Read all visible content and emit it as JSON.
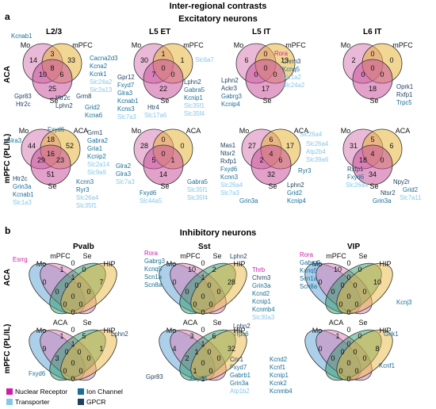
{
  "header": {
    "main_title": "Inter-regional contrasts",
    "panel_a_letter": "a",
    "panel_a_title": "Excitatory neurons",
    "panel_b_letter": "b",
    "panel_b_title": "Inhibitory neurons"
  },
  "colors": {
    "nuclear_receptor": "#cc1ea6",
    "transporter": "#86c7e9",
    "ion_channel": "#1a6f96",
    "gpcr": "#1e3f5e",
    "mo": "#d77fb7",
    "mpfc": "#e8b43c",
    "se": "#c8549c",
    "aca": "#e8b43c",
    "hip": "#e9b83f",
    "green": "#2f9a6c",
    "blue": "#5a9fd5"
  },
  "legend": {
    "nuclear_receptor": "Nuclear Receptor",
    "transporter": "Transporter",
    "ion_channel": "Ion Channel",
    "gpcr": "GPCR"
  },
  "excitatory": {
    "columns": [
      "L2/3",
      "L5 ET",
      "L5 IT",
      "L6 IT"
    ],
    "row_labels": [
      "ACA",
      "mPFC (PL/IL)"
    ],
    "top_row": {
      "labels": [
        "Mo",
        "mPFC",
        "Se"
      ],
      "l23": [
        "14",
        "33",
        "3",
        "10",
        "8",
        "6",
        "25"
      ],
      "l5et": [
        "30",
        "1",
        "1",
        "7",
        "0",
        "0",
        "22"
      ],
      "l5it": [
        "6",
        "13",
        "0",
        "0",
        "0",
        "0",
        "17"
      ],
      "l6it": [
        "2",
        "0",
        "0",
        "0",
        "0",
        "0",
        "18"
      ]
    },
    "bottom_row": {
      "labels": [
        "Mo",
        "ACA",
        "Se"
      ],
      "l23": [
        "44",
        "52",
        "18",
        "29",
        "16",
        "23",
        "51"
      ],
      "l5et": [
        "28",
        "0",
        "0",
        "5",
        "0",
        "1",
        "14"
      ],
      "l5it": [
        "27",
        "17",
        "6",
        "2",
        "4",
        "6",
        "32"
      ],
      "l6it": [
        "31",
        "6",
        "5",
        "18",
        "4",
        "0",
        "34"
      ]
    }
  },
  "inhibitory": {
    "columns": [
      "Pvalb",
      "Sst",
      "VIP"
    ],
    "row_labels": [
      "ACA",
      "mPFC (PL/IL)"
    ],
    "top_row": {
      "labels": [
        "Mo",
        "mPFC",
        "Se",
        "HIP"
      ],
      "pvalb": [
        "1",
        "0",
        "1",
        "7",
        "0",
        "0",
        "0",
        "0",
        "0",
        "0",
        "0",
        "0",
        "0",
        "0"
      ],
      "sst": [
        "10",
        "2",
        "1",
        "28",
        "0",
        "0",
        "0",
        "0",
        "0",
        "0",
        "0",
        "0",
        "0",
        "0"
      ],
      "vip": [
        "10",
        "0",
        "0",
        "10",
        "0",
        "0",
        "0",
        "0",
        "0",
        "0",
        "0",
        "0",
        "0",
        "0"
      ]
    },
    "bottom_row": {
      "labels": [
        "Mo",
        "ACA",
        "Se",
        "HIP"
      ],
      "pvalb": [
        "1",
        "5",
        "1",
        "1",
        "9",
        "3",
        "0",
        "0",
        "0",
        "0",
        "0",
        "0",
        "0",
        "0"
      ],
      "sst": [
        "3",
        "6",
        "1",
        "32",
        "4",
        "2",
        "1",
        "0",
        "0",
        "0",
        "1",
        "0",
        "1",
        "0"
      ],
      "vip": [
        "1",
        "0",
        "0",
        "8",
        "0",
        "0",
        "0",
        "0",
        "0",
        "0",
        "0",
        "0",
        "0",
        "0"
      ]
    }
  },
  "genes": {
    "a_l23_top": [
      {
        "t": "Kcnab1",
        "c": "ion_channel"
      },
      {
        "t": "Cacna2d3",
        "c": "ion_channel"
      },
      {
        "t": "Kcna2",
        "c": "ion_channel"
      },
      {
        "t": "Kcnk1",
        "c": "ion_channel"
      },
      {
        "t": "Slc24a2",
        "c": "transporter"
      },
      {
        "t": "Slc2a13",
        "c": "transporter"
      },
      {
        "t": "Gpr83",
        "c": "gpcr"
      },
      {
        "t": "Htr2c",
        "c": "gpcr"
      },
      {
        "t": "Htr2c",
        "c": "gpcr"
      },
      {
        "t": "Lphn2",
        "c": "gpcr"
      },
      {
        "t": "Grm8",
        "c": "gpcr"
      },
      {
        "t": "Grid2",
        "c": "ion_channel"
      },
      {
        "t": "Kcna6",
        "c": "ion_channel"
      }
    ],
    "a_l5et_top": [
      {
        "t": "Slc6a7",
        "c": "transporter"
      },
      {
        "t": "Gpr12",
        "c": "gpcr"
      },
      {
        "t": "Fxyd7",
        "c": "ion_channel"
      },
      {
        "t": "Glra3",
        "c": "ion_channel"
      },
      {
        "t": "Kcnab1",
        "c": "ion_channel"
      },
      {
        "t": "Kcns3",
        "c": "ion_channel"
      },
      {
        "t": "Slc7a3",
        "c": "transporter"
      },
      {
        "t": "Htr4",
        "c": "gpcr"
      },
      {
        "t": "Slc17a6",
        "c": "transporter"
      },
      {
        "t": "Lphn2",
        "c": "gpcr"
      },
      {
        "t": "Gabra5",
        "c": "ion_channel"
      },
      {
        "t": "Kcnip1",
        "c": "ion_channel"
      },
      {
        "t": "Slc35f1",
        "c": "transporter"
      },
      {
        "t": "Slc35f4",
        "c": "transporter"
      }
    ],
    "a_l5it_top": [
      {
        "t": "Rora",
        "c": "nuclear_receptor"
      },
      {
        "t": "Chrm3",
        "c": "gpcr"
      },
      {
        "t": "Kcnq5",
        "c": "ion_channel"
      },
      {
        "t": "Slc1a2",
        "c": "transporter"
      },
      {
        "t": "Slc24a2",
        "c": "transporter"
      },
      {
        "t": "Lphn2",
        "c": "gpcr"
      },
      {
        "t": "Ackr3",
        "c": "gpcr"
      },
      {
        "t": "Gabrg3",
        "c": "ion_channel"
      },
      {
        "t": "Kcnip4",
        "c": "ion_channel"
      }
    ],
    "a_l6it_top": [
      {
        "t": "Oprk1",
        "c": "gpcr"
      },
      {
        "t": "Rxfp1",
        "c": "gpcr"
      },
      {
        "t": "Trpc5",
        "c": "ion_channel"
      }
    ],
    "a_l23_bottom": [
      {
        "t": "Fxyd6",
        "c": "ion_channel"
      },
      {
        "t": "Glra3",
        "c": "ion_channel"
      },
      {
        "t": "Grm1",
        "c": "gpcr"
      },
      {
        "t": "Gabra2",
        "c": "ion_channel"
      },
      {
        "t": "Gria1",
        "c": "ion_channel"
      },
      {
        "t": "Kcnip2",
        "c": "ion_channel"
      },
      {
        "t": "Slc2a14",
        "c": "transporter"
      },
      {
        "t": "Slc9a9",
        "c": "transporter"
      },
      {
        "t": "Htr2c",
        "c": "gpcr"
      },
      {
        "t": "Grin3a",
        "c": "ion_channel"
      },
      {
        "t": "Kcnab1",
        "c": "ion_channel"
      },
      {
        "t": "Slc1a3",
        "c": "transporter"
      },
      {
        "t": "Kcnn3",
        "c": "ion_channel"
      },
      {
        "t": "Ryr3",
        "c": "ion_channel"
      },
      {
        "t": "Slc26a4",
        "c": "transporter"
      },
      {
        "t": "Slc35f1",
        "c": "transporter"
      }
    ],
    "a_l5et_bottom": [
      {
        "t": "Glra2",
        "c": "ion_channel"
      },
      {
        "t": "Glra3",
        "c": "ion_channel"
      },
      {
        "t": "Slc7a3",
        "c": "transporter"
      },
      {
        "t": "Fxyd6",
        "c": "ion_channel"
      },
      {
        "t": "Slc44a5",
        "c": "transporter"
      },
      {
        "t": "Gabra5",
        "c": "ion_channel"
      },
      {
        "t": "Slc35f1",
        "c": "transporter"
      },
      {
        "t": "Slc35f4",
        "c": "transporter"
      }
    ],
    "a_l5it_bottom": [
      {
        "t": "Slc26a4",
        "c": "transporter"
      },
      {
        "t": "Mas1",
        "c": "gpcr"
      },
      {
        "t": "Ntsr2",
        "c": "gpcr"
      },
      {
        "t": "Rxfp1",
        "c": "gpcr"
      },
      {
        "t": "Fxyd6",
        "c": "ion_channel"
      },
      {
        "t": "Kcnn3",
        "c": "ion_channel"
      },
      {
        "t": "Slc26a4",
        "c": "transporter"
      },
      {
        "t": "Slc7a3",
        "c": "transporter"
      },
      {
        "t": "Slc26a4",
        "c": "transporter"
      },
      {
        "t": "Atp2b4",
        "c": "transporter"
      },
      {
        "t": "Slc39a6",
        "c": "transporter"
      },
      {
        "t": "Ryr3",
        "c": "ion_channel"
      },
      {
        "t": "Grin3a",
        "c": "ion_channel"
      },
      {
        "t": "Lphn2",
        "c": "gpcr"
      },
      {
        "t": "Grid2",
        "c": "ion_channel"
      },
      {
        "t": "Kcnip4",
        "c": "ion_channel"
      }
    ],
    "a_l6it_bottom": [
      {
        "t": "Rxfp1",
        "c": "gpcr"
      },
      {
        "t": "Fxyd6",
        "c": "ion_channel"
      },
      {
        "t": "Slc26a4",
        "c": "transporter"
      },
      {
        "t": "Npy2r",
        "c": "gpcr"
      },
      {
        "t": "Ntsr2",
        "c": "gpcr"
      },
      {
        "t": "Grin3a",
        "c": "ion_channel"
      },
      {
        "t": "Grid2",
        "c": "ion_channel"
      },
      {
        "t": "Slc7a11",
        "c": "transporter"
      }
    ],
    "b_pvalb_top": [
      {
        "t": "Esrrg",
        "c": "nuclear_receptor"
      }
    ],
    "b_sst_top": [
      {
        "t": "Rora",
        "c": "nuclear_receptor"
      },
      {
        "t": "Gabrg3",
        "c": "ion_channel"
      },
      {
        "t": "Kcnq5",
        "c": "ion_channel"
      },
      {
        "t": "Scn1a",
        "c": "ion_channel"
      },
      {
        "t": "Scn8a",
        "c": "ion_channel"
      },
      {
        "t": "Lphn2",
        "c": "gpcr"
      },
      {
        "t": "Thrb",
        "c": "nuclear_receptor"
      },
      {
        "t": "Chrm3",
        "c": "gpcr"
      },
      {
        "t": "Grin3a",
        "c": "ion_channel"
      },
      {
        "t": "Kcnd2",
        "c": "ion_channel"
      },
      {
        "t": "Kcnip1",
        "c": "ion_channel"
      },
      {
        "t": "Kcnmb4",
        "c": "ion_channel"
      },
      {
        "t": "Slc30a3",
        "c": "transporter"
      }
    ],
    "b_vip_top": [
      {
        "t": "Rora",
        "c": "nuclear_receptor"
      },
      {
        "t": "Gabrg3",
        "c": "ion_channel"
      },
      {
        "t": "Kcnq5",
        "c": "ion_channel"
      },
      {
        "t": "Scn1a",
        "c": "ion_channel"
      },
      {
        "t": "Scn8a",
        "c": "ion_channel"
      },
      {
        "t": "Kcnj3",
        "c": "ion_channel"
      }
    ],
    "b_pvalb_bottom": [
      {
        "t": "Lphn2",
        "c": "gpcr"
      },
      {
        "t": "Fxyd6",
        "c": "ion_channel"
      }
    ],
    "b_sst_bottom": [
      {
        "t": "Lphn2",
        "c": "gpcr"
      },
      {
        "t": "Trpc6",
        "c": "ion_channel"
      },
      {
        "t": "Gpr83",
        "c": "gpcr"
      },
      {
        "t": "Fxyd6",
        "c": "ion_channel"
      },
      {
        "t": "Cnr1",
        "c": "gpcr"
      },
      {
        "t": "Fxyd7",
        "c": "ion_channel"
      },
      {
        "t": "Gabrb1",
        "c": "ion_channel"
      },
      {
        "t": "Grin3a",
        "c": "ion_channel"
      },
      {
        "t": "Atp1b2",
        "c": "transporter"
      },
      {
        "t": "Kcnd2",
        "c": "ion_channel"
      },
      {
        "t": "Kcnf1",
        "c": "ion_channel"
      },
      {
        "t": "Kcnip1",
        "c": "ion_channel"
      },
      {
        "t": "Kcnk2",
        "c": "ion_channel"
      },
      {
        "t": "Kcnmb4",
        "c": "ion_channel"
      }
    ],
    "b_vip_bottom": [
      {
        "t": "Grik1",
        "c": "ion_channel"
      },
      {
        "t": "Kcnf1",
        "c": "ion_channel"
      }
    ]
  }
}
